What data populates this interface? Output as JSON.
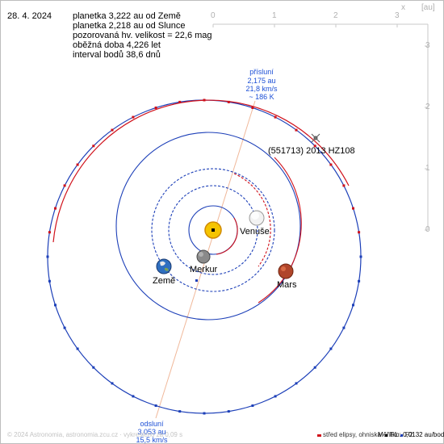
{
  "info": {
    "date": "28. 4. 2024",
    "line1": "planetka 3,222 au od Země",
    "line2": "planetka 2,218 au od Slunce",
    "line3": "pozorovaná hv. velikost = 22,6 mag",
    "line4": "oběžná doba 4,226 let",
    "line5": "interval bodů 38,6 dnů"
  },
  "axis": {
    "x_ticks": [
      "0",
      "1",
      "2",
      "3"
    ],
    "x_letter": "x",
    "unit": "[au]",
    "y_ticks": [
      "3",
      "2",
      "1",
      "0"
    ]
  },
  "perihelion": {
    "title": "přísluní",
    "dist": "2,175 au",
    "speed": "21,8 km/s",
    "temp": "~ 186 K"
  },
  "aphelion": {
    "title": "odsluní",
    "dist": "3,053 au",
    "speed": "15,5 km/s"
  },
  "asteroid_name": "(551713) 2013 HZ108",
  "planets": {
    "venus": "Venuše",
    "earth": "Země",
    "mercury": "Merkur",
    "mars": "Mars"
  },
  "footer": {
    "credit": "© 2024 Astronomia, astronomia.zcu.cz · vykresleno za 0,09 s",
    "legend_center": "střed elipsy, ohniska",
    "legend_f1": "F1",
    "legend_f2": "F2",
    "scale": "Měřítko: 0,0132 au/bod"
  },
  "colors": {
    "orbit_red": "#d0101a",
    "orbit_blue": "#1c3fb8",
    "label_blue": "#1c4fd6"
  }
}
